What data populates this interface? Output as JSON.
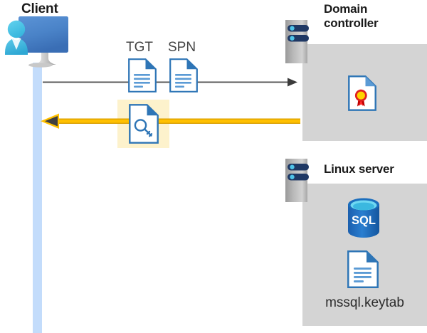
{
  "diagram": {
    "title_client": "Client",
    "title_domain_controller": "Domain\ncontroller",
    "title_linux_server": "Linux server",
    "labels": {
      "tgt": "TGT",
      "spn": "SPN",
      "keytab_file": "mssql.keytab",
      "sql_icon_text": "SQL"
    },
    "icons": [
      {
        "name": "client-workstation-icon",
        "description": "user with monitor"
      },
      {
        "name": "tgt-document-icon",
        "description": "document with text lines"
      },
      {
        "name": "spn-document-icon",
        "description": "document with text lines"
      },
      {
        "name": "service-ticket-key-icon",
        "description": "document with key, highlighted"
      },
      {
        "name": "domain-controller-server-icon",
        "description": "server rack"
      },
      {
        "name": "certificate-icon",
        "description": "document with award ribbon"
      },
      {
        "name": "linux-server-icon",
        "description": "server rack"
      },
      {
        "name": "sql-database-icon",
        "description": "blue database cylinder"
      },
      {
        "name": "keytab-document-icon",
        "description": "document with text lines"
      }
    ],
    "flows": [
      {
        "name": "request-flow",
        "direction": "right",
        "color": "#595959",
        "carries": [
          "TGT",
          "SPN"
        ]
      },
      {
        "name": "ticket-response-flow",
        "direction": "left",
        "color": "#ffc000",
        "carries": [
          "service ticket"
        ]
      }
    ],
    "colors": {
      "panel_gray": "#d4d4d4",
      "lifeline_blue": "#c3dcfb",
      "highlight_yellow": "#fdf2cc",
      "accent_blue": "#2e75b6",
      "arrow_gray": "#595959",
      "arrow_gold": "#ffc000",
      "sql_blue": "#1f6fc4",
      "title_dark": "#1a1a1a"
    }
  }
}
